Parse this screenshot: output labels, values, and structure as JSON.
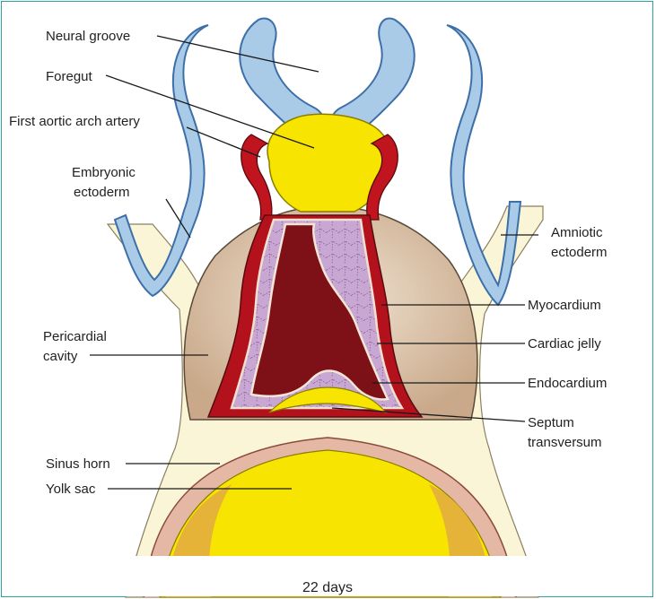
{
  "labels": {
    "neural_groove": "Neural groove",
    "foregut": "Foregut",
    "first_aortic_arch_artery": "First aortic arch artery",
    "embryonic_ectoderm": [
      "Embryonic",
      "ectoderm"
    ],
    "amniotic_ectoderm": [
      "Amniotic",
      "ectoderm"
    ],
    "myocardium": "Myocardium",
    "pericardial_cavity": [
      "Pericardial",
      "cavity"
    ],
    "cardiac_jelly": "Cardiac jelly",
    "endocardium": "Endocardium",
    "septum_transversum": [
      "Septum",
      "transversum"
    ],
    "sinus_horn": "Sinus horn",
    "yolk_sac": "Yolk sac"
  },
  "caption": "22 days",
  "colors": {
    "frame": "#2aa39a",
    "ectoderm_blue": "#a9cbe8",
    "mesoderm_cream": "#fbf5d8",
    "yolk": "#f7e400",
    "myocardium_red": "#b3121c",
    "cardiac_jelly_lilac": "#c9a7d3",
    "endocardium_lumen": "#7e1017",
    "pericardial_cavity": "#d8c0a6",
    "sinus_horn_orange": "#e3ad3f"
  }
}
